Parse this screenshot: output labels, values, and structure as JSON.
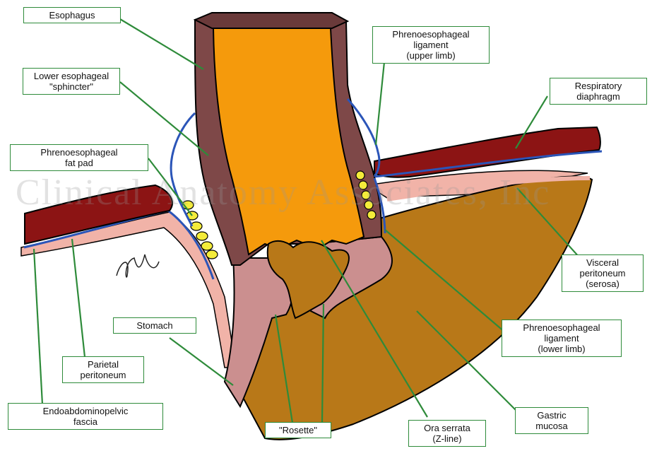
{
  "watermark": "Clinical Anatomy Associates, Inc",
  "colors": {
    "lumen": "#f59a0c",
    "esophagus_wall": "#7e4848",
    "diaphragm": "#8c1414",
    "gastric_mucosa": "#b87818",
    "stomach_wall": "#cb8f8f",
    "fascia_blue": "#2b55b8",
    "fat_pad": "#f4ec3a",
    "peritoneum": "#f1b3a8",
    "leader_line": "#2e8b3a"
  },
  "labels": {
    "esophagus": "Esophagus",
    "les": "Lower esophageal\n\"sphincter\"",
    "fat_pad": "Phrenoesophageal\nfat pad",
    "pel_upper": "Phrenoesophageal\nligament\n(upper limb)",
    "diaphragm": "Respiratory\ndiaphragm",
    "visceral": "Visceral\nperitoneum\n(serosa)",
    "pel_lower": "Phrenoesophageal\nligament\n(lower limb)",
    "gastric_mucosa": "Gastric\nmucosa",
    "ora_serrata": "Ora serrata\n(Z-line)",
    "rosette": "\"Rosette\"",
    "stomach": "Stomach",
    "parietal": "Parietal\nperitoneum",
    "endo": "Endoabdominopelvic\nfascia"
  }
}
